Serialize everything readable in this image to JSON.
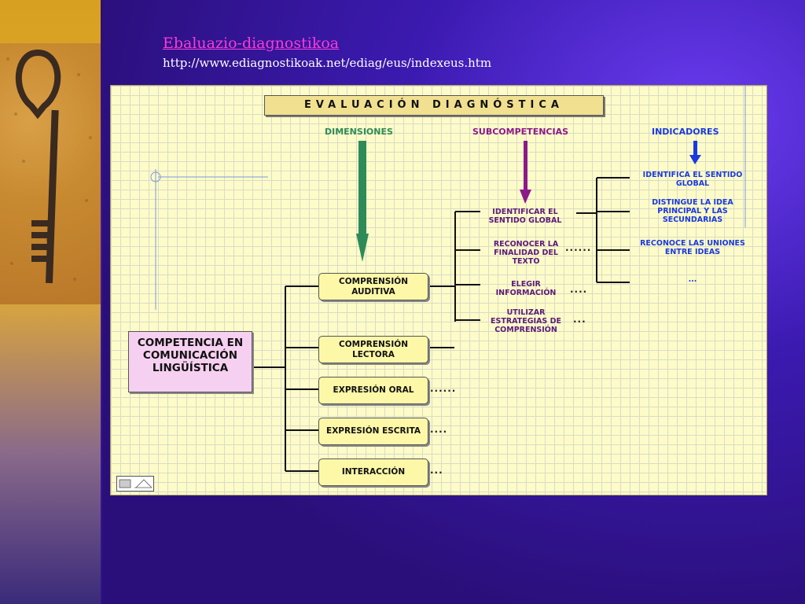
{
  "header": {
    "title_link": "Ebaluazio-diagnostikoa",
    "url": "http://www.ediagnostikoak.net/ediag/eus/indexeus.htm"
  },
  "diagram": {
    "title": "EVALUACIÓN  DIAGNÓSTICA",
    "columns": {
      "dimensions": "DIMENSIONES",
      "subcompetencies": "SUBCOMPETENCIAS",
      "indicators": "INDICADORES"
    },
    "root": "COMPETENCIA EN COMUNICACIÓN LINGÜÍSTICA",
    "dimensions": [
      {
        "label": "COMPRENSIÓN AUDITIVA"
      },
      {
        "label": "COMPRENSIÓN LECTORA"
      },
      {
        "label": "EXPRESIÓN ORAL",
        "trail": "......"
      },
      {
        "label": "EXPRESIÓN ESCRITA",
        "trail": "...."
      },
      {
        "label": "INTERACCIÓN",
        "trail": "..."
      }
    ],
    "subcompetencies": [
      {
        "label": "IDENTIFICAR EL SENTIDO GLOBAL"
      },
      {
        "label": "RECONOCER LA FINALIDAD DEL TEXTO",
        "trail": "......"
      },
      {
        "label": "ELEGIR INFORMACIÓN",
        "trail": "...."
      },
      {
        "label": "UTILIZAR ESTRATEGIAS DE COMPRENSIÓN",
        "trail": "..."
      }
    ],
    "indicators": [
      {
        "label": "IDENTIFICA EL SENTIDO GLOBAL"
      },
      {
        "label": "DISTINGUE LA IDEA PRINCIPAL Y LAS SECUNDARIAS"
      },
      {
        "label": "RECONOCE LAS UNIONES ENTRE IDEAS"
      },
      {
        "label": "..."
      }
    ],
    "colors": {
      "dimensions": "#2e8b57",
      "subcompetencies": "#8b1a8b",
      "indicators": "#1a3ae0"
    }
  }
}
